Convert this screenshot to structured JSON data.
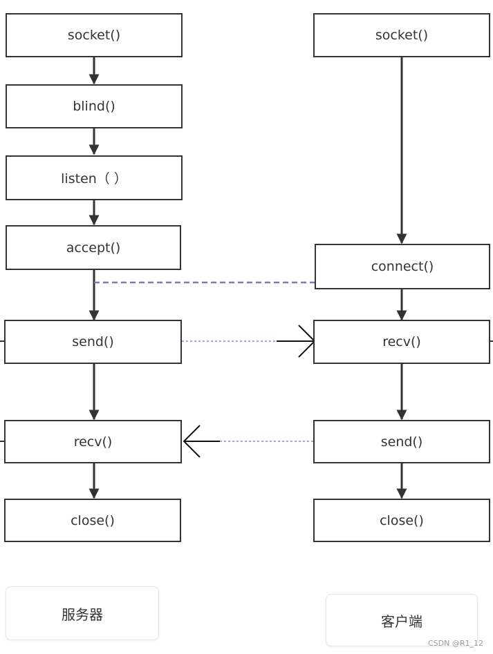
{
  "server": {
    "socket": "socket()",
    "bind": "blind()",
    "listen": "listen（  ）",
    "accept": "accept()",
    "send": "send()",
    "recv": "recv()",
    "close": "close()",
    "caption": "服务器"
  },
  "client": {
    "socket": "socket()",
    "connect": "connect()",
    "recv": "recv()",
    "send": "send()",
    "close": "close()",
    "caption": "客户端"
  },
  "watermark": "CSDN @R1_12",
  "colors": {
    "stroke": "#333333",
    "dashed": "#7d7aae",
    "dotted": "#aaa6d6"
  }
}
